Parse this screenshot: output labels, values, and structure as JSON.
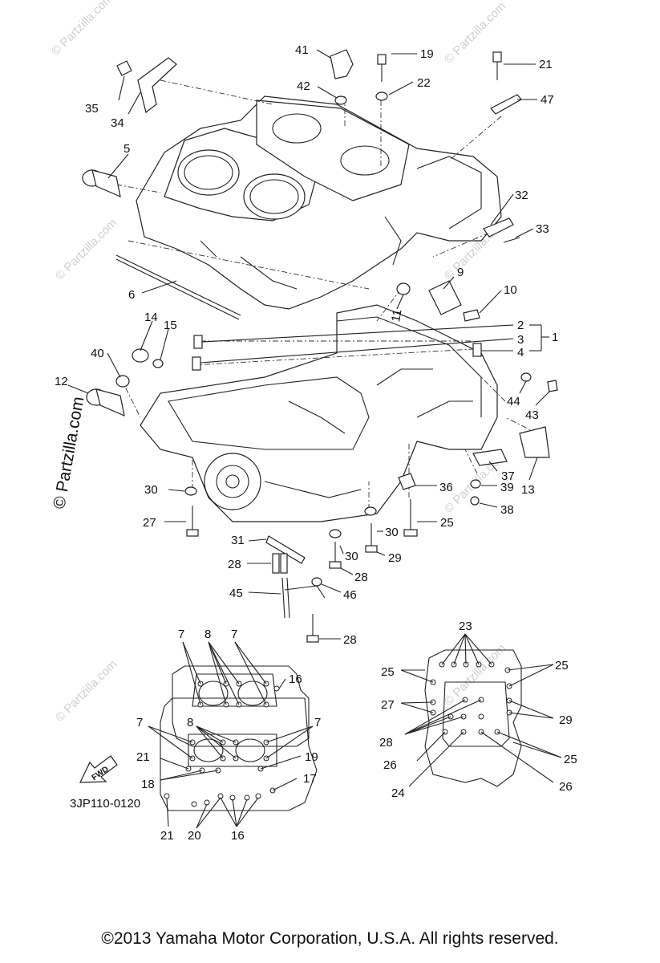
{
  "diagram": {
    "ref_code": "3JP110-0120",
    "fwd_label": "FWD",
    "watermark": "© Partzilla.com"
  },
  "footer": {
    "copyright": "©2013 Yamaha Motor Corporation, U.S.A. All rights reserved."
  },
  "callouts": {
    "c1": "1",
    "c2": "2",
    "c3": "3",
    "c4": "4",
    "c5": "5",
    "c6": "6",
    "c9": "9",
    "c10": "10",
    "c11": "11",
    "c12": "12",
    "c13": "13",
    "c14": "14",
    "c15": "15",
    "c19": "19",
    "c21": "21",
    "c22": "22",
    "c25": "25",
    "c27": "27",
    "c28": "28",
    "c29": "29",
    "c30": "30",
    "c31": "31",
    "c32": "32",
    "c33": "33",
    "c34": "34",
    "c35": "35",
    "c36": "36",
    "c37": "37",
    "c38": "38",
    "c39": "39",
    "c40": "40",
    "c41": "41",
    "c42": "42",
    "c43": "43",
    "c44": "44",
    "c45": "45",
    "c46": "46",
    "c47": "47"
  },
  "upper_layout": {
    "c7a": "7",
    "c8": "8",
    "c7b": "7",
    "c16": "16"
  },
  "lower_layout": {
    "c7a": "7",
    "c8": "8",
    "c7b": "7",
    "c21a": "21",
    "c19": "19",
    "c18": "18",
    "c17": "17",
    "c21b": "21",
    "c20": "20",
    "c16": "16"
  },
  "bottom_layout": {
    "c23": "23",
    "c25a": "25",
    "c25b": "25",
    "c27": "27",
    "c29": "29",
    "c28": "28",
    "c25c": "25",
    "c26a": "26",
    "c24": "24",
    "c26b": "26"
  }
}
